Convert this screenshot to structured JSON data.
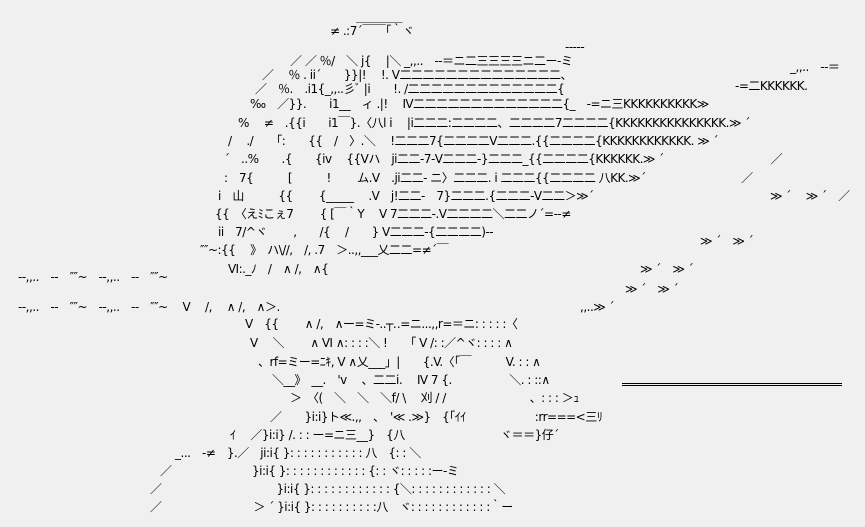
{
  "art": {
    "lines": [
      "＿＿＿＿",
      "≠ .:7´￣￣｢｀ヾ",
      "-----",
      "／ ／ ％/　＼ j{　 |＼ _,,..　‐-＝ニ二三三三三ニ二ー‐ミ",
      "／　 ％ . ii´　　}}|!　 !. V二二二二二二二二二二二二二二、",
      "_,,..　‐-＝",
      "／　％.　.i1{_,,..彡ﾞ |i　　!. /二二二二二二二二二二二二二{",
      "‐=二KKKKKK.",
      "‰　／}}.　　i1__　ィ .|!　 Ⅳ二二二二二二二二二二二二二{_　‐=ニ三KKKKKKKKKK≫",
      "%　 ≠　.{{i　　i1￣}.〈八l i　 |i二二二:二二二二、二二二二7二二二二{KKKKKKKKKKKKKKK.≫ ´",
      "/　 ./　　｢:　　{{　/　〉.＼　 !二二二7{二二二二V二二二.{{二二二二{KKKKKKKKKKKK. ≫ ´",
      "´　..%　　.{　　{iv　 {{Vハ　ji二二‐7‐V二二二‐}二二二_{{二二二二{KKKKKK.≫ ´　　　　　　　　　 ／",
      ":　7{　　　[　　　!　　 ム.V　.ji二二‐ ニ〉二二二. i 二二二{{二二二二 八KK.≫´　　　　　　　　 ／",
      "i　山　　　{{　　 {_____　 .V　j!二二‐　7}二二二.{二二二‐V二二＞≫´",
      "{{　〈えﾐこぇ7　　 { [￣｀Y　 V 7二二二‐.V二二二二＼二二ノ´=‐‐≠",
      "≫ ´　 ≫ ´　／",
      "ii　7/^ヾ　　 ,　　/{　 /　　} V二二二‐{二二二二)‐‐",
      "≫ ´　≫ ´",
      "″″~:{{　 》　ハ\\//,　/, .7　＞..,,___乂二二=≠´￣",
      "‐‐,,..　‐‐　″″~　‐‐,,..　‐‐　″″~",
      "≫ ´　≫ ´",
      "Ⅵ:._ﾉ　/　∧ /,　∧{",
      "≫ ´　≫ ´",
      "‐‐,,..　‐‐　″″~　‐‐,,..　‐‐　″″~　 V　 /,　 ∧ /,　∧＞.",
      ",,..≫ ´",
      "V　{{　　 ∧ /,　∧ー=ミ‐..┬‥=ニ...,,r=＝ニ: : : : :〈",
      "V　 ＼　　 ∧ Ⅵ ∧: : : :＼ !　　｢ V /: :／^ヾ: : : : ∧",
      "、rf=ミー=ﾆｷ, V ∧乂___」|　　{.V.〈｢￣　　　V. : : ∧",
      "＼__》　__.　'v　 、二二i.　 Ⅳ 7 {.　　　　　＼. : ::∧",
      "＞　〈(　＼　＼　＼f/ \\　 刈 / /　　　　　　　 、: : : ＞ｭ",
      "／　　}i:i}ト≪.,,　、　'≪ .≫}　{｢ｲｲ　　　　　　:rr===<三ﾘ",
      "ｲ　 ／}i:i} /. : : ー=ニ三__}　{八　　　　　　　　 ヾ＝＝}仔´",
      "_...　‐≠　}.／　ji:i{ }: : : : : : : : : : : 八　{: : ＼",
      "／　　　　　　　}i:i{ }: : : : : : : : : : : : {: : ヾ: : : : :ー‐ミ",
      "／　　　　　　　　　　}i:i{ }: : : : : : : : : : : : {＼: : : : : : : : : : : : ＼",
      "／　　　　　　　　＞ ´ }i:i{ }: : : : : : : : : :八　ヾ: : : : : : : : : : : :｀ー"
    ]
  }
}
